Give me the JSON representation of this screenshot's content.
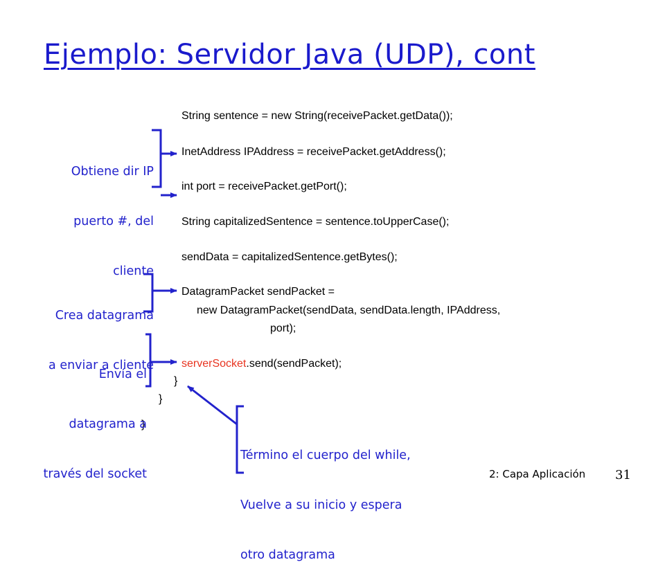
{
  "title": "Ejemplo: Servidor Java (UDP), cont",
  "code": {
    "line1": "String sentence = new String(receivePacket.getData());",
    "line2": "InetAddress IPAddress = receivePacket.getAddress();",
    "line3": "int port = receivePacket.getPort();",
    "line4": "String capitalizedSentence = sentence.toUpperCase();",
    "line5": "sendData = capitalizedSentence.getBytes();",
    "line6": "DatagramPacket sendPacket =",
    "line7": "new DatagramPacket(sendData, sendData.length, IPAddress,",
    "line8": "port);",
    "line9_red": "serverSocket",
    "line9_rest": ".send(sendPacket);",
    "brace1": "}",
    "brace2": "}",
    "brace3": "}"
  },
  "annotations": {
    "ip_line1": "Obtiene dir IP",
    "ip_line2": "puerto #, del",
    "ip_line3": "cliente",
    "crea_line1": "Crea datagrama",
    "crea_line2": "a enviar a cliente",
    "envia_line1": "Envía el",
    "envia_line2": "datagrama a",
    "envia_line3": "través del socket",
    "termino_line1": "Término el cuerpo del while,",
    "termino_line2": "Vuelve a su inicio y espera",
    "termino_line3": "otro datagrama"
  },
  "footer": {
    "section": "2: Capa Aplicación",
    "page": "31"
  },
  "colors": {
    "title": "#1a1acc",
    "annotation": "#2222cc",
    "code_highlight": "#e8331f"
  }
}
